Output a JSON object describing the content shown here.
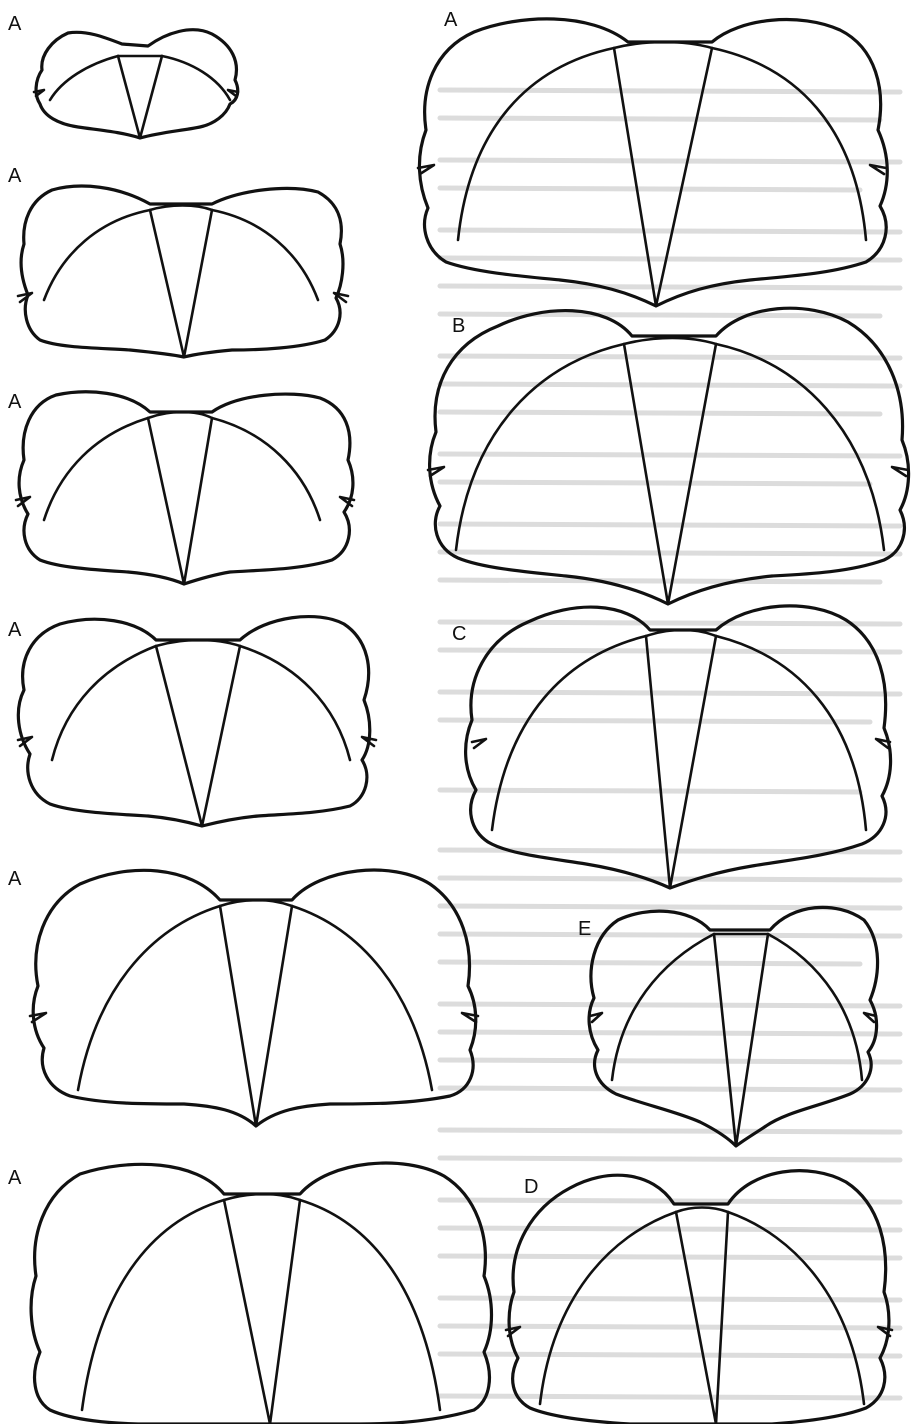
{
  "figures": [
    {
      "id": "f1",
      "label": "A"
    },
    {
      "id": "f2",
      "label": "A"
    },
    {
      "id": "f3",
      "label": "A"
    },
    {
      "id": "f4",
      "label": "A"
    },
    {
      "id": "f5",
      "label": "A"
    },
    {
      "id": "f6",
      "label": "A"
    },
    {
      "id": "f7",
      "label": "A"
    },
    {
      "id": "f8",
      "label": "B"
    },
    {
      "id": "f9",
      "label": "C"
    },
    {
      "id": "f10",
      "label": "E"
    },
    {
      "id": "f11",
      "label": "D"
    }
  ]
}
